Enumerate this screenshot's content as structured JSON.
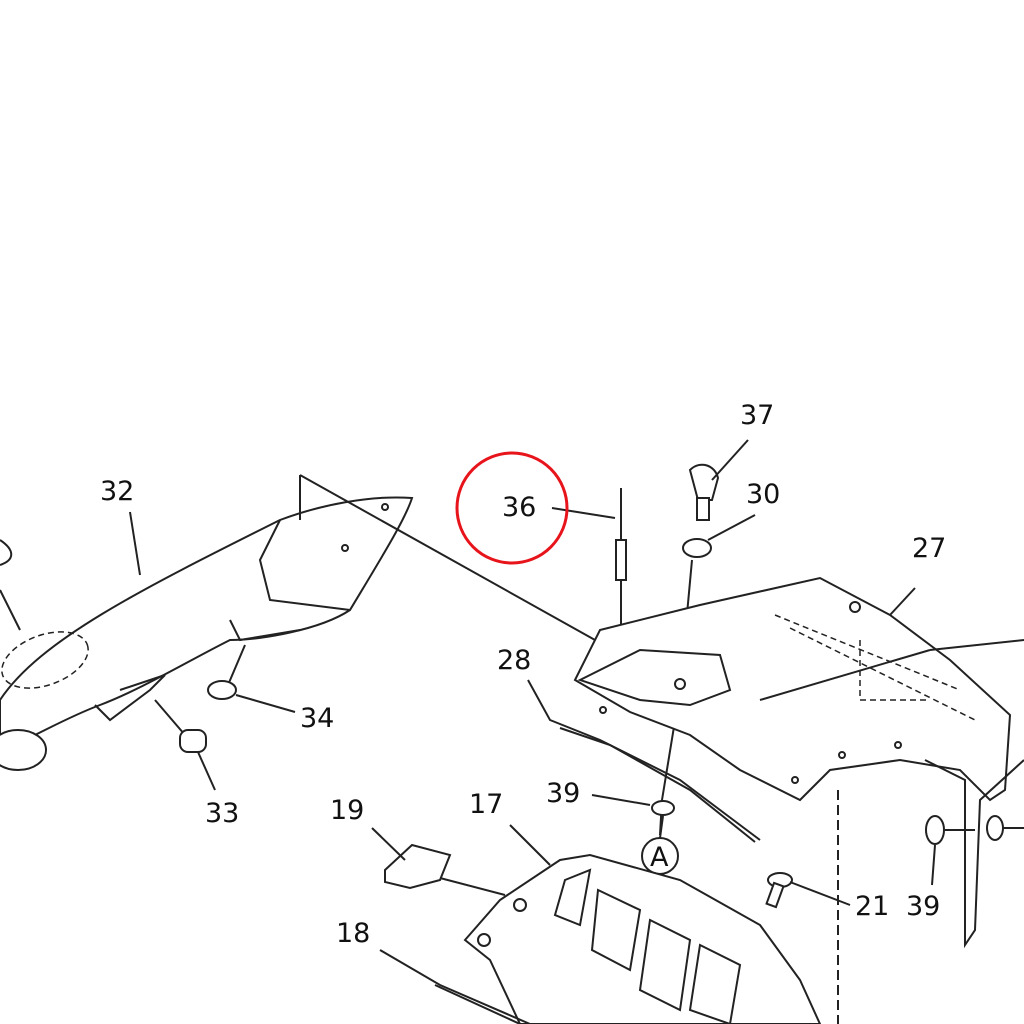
{
  "diagram": {
    "callouts": [
      {
        "id": "label-32",
        "text": "32"
      },
      {
        "id": "label-34",
        "text": "34"
      },
      {
        "id": "label-33",
        "text": "33"
      },
      {
        "id": "label-36",
        "text": "36"
      },
      {
        "id": "label-37",
        "text": "37"
      },
      {
        "id": "label-30",
        "text": "30"
      },
      {
        "id": "label-27",
        "text": "27"
      },
      {
        "id": "label-28",
        "text": "28"
      },
      {
        "id": "label-39a",
        "text": "39"
      },
      {
        "id": "label-A",
        "text": "A"
      },
      {
        "id": "label-19",
        "text": "19"
      },
      {
        "id": "label-17",
        "text": "17"
      },
      {
        "id": "label-21",
        "text": "21"
      },
      {
        "id": "label-39b",
        "text": "39"
      },
      {
        "id": "label-18",
        "text": "18"
      }
    ],
    "highlight_color": "#e8141b"
  }
}
